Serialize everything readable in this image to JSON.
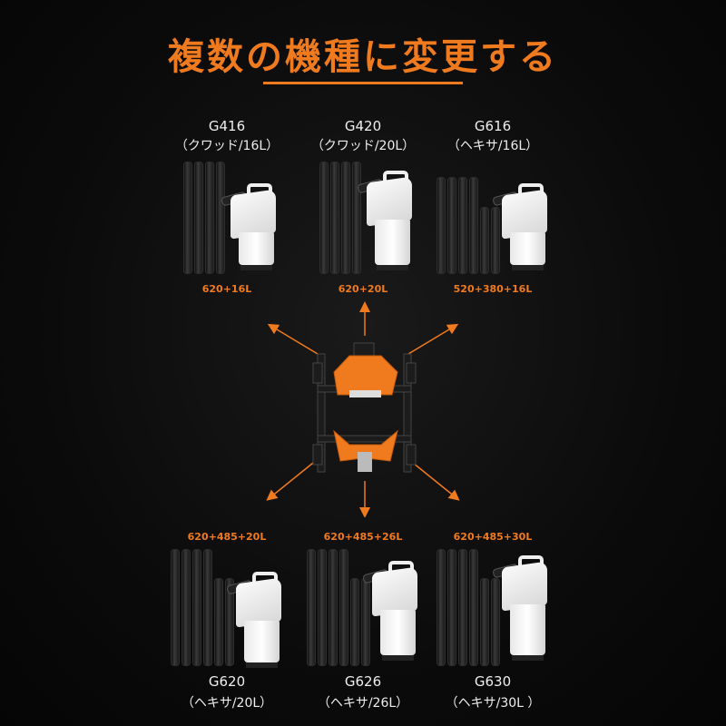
{
  "title": "複数の機種に変更する",
  "colors": {
    "accent": "#f07a1e"
  },
  "kits": [
    {
      "model": "G416",
      "type": "（クワッド/16L）",
      "spec": "620+16L",
      "long_arms": 4,
      "short_arms": 0,
      "row": "top"
    },
    {
      "model": "G420",
      "type": "（クワッド/20L）",
      "spec": "620+20L",
      "long_arms": 4,
      "short_arms": 0,
      "row": "top"
    },
    {
      "model": "G616",
      "type": "（ヘキサ/16L）",
      "spec": "520+380+16L",
      "long_arms": 4,
      "short_arms": 2,
      "row": "top"
    },
    {
      "model": "G620",
      "type": "（ヘキサ/20L）",
      "spec": "620+485+20L",
      "long_arms": 4,
      "short_arms": 2,
      "row": "bottom"
    },
    {
      "model": "G626",
      "type": "（ヘキサ/26L）",
      "spec": "620+485+26L",
      "long_arms": 4,
      "short_arms": 2,
      "row": "bottom"
    },
    {
      "model": "G630",
      "type": "（ヘキサ/30L ）",
      "spec": "620+485+30L",
      "long_arms": 4,
      "short_arms": 2,
      "row": "bottom"
    }
  ]
}
